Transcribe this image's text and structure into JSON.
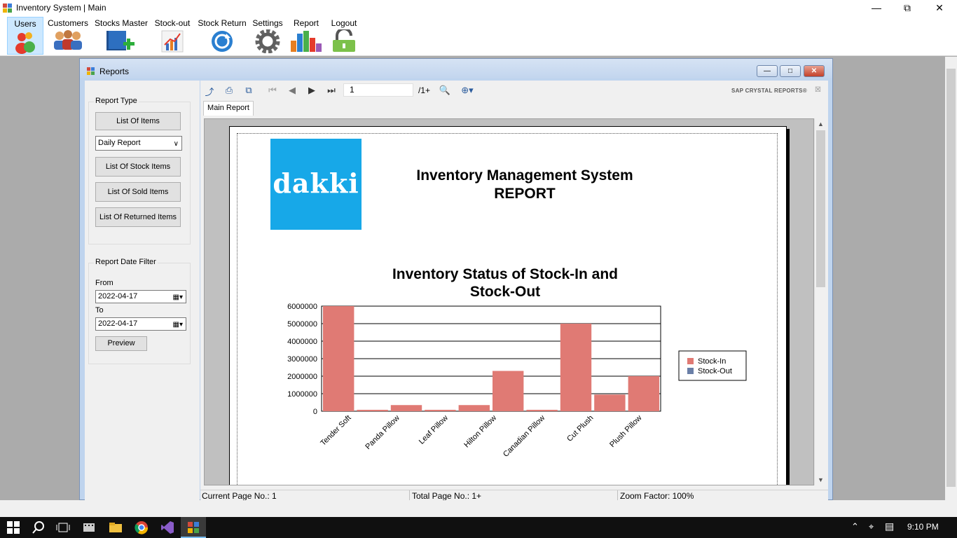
{
  "window": {
    "title": "Inventory System | Main"
  },
  "menu": [
    {
      "label": "Users",
      "icon": "users-icon"
    },
    {
      "label": "Customers",
      "icon": "customers-icon"
    },
    {
      "label": "Stocks Master",
      "icon": "stocks-master-icon"
    },
    {
      "label": "Stock-out",
      "icon": "stock-out-chart-icon"
    },
    {
      "label": "Stock Return",
      "icon": "refresh-icon"
    },
    {
      "label": "Settings",
      "icon": "gear-icon"
    },
    {
      "label": "Report",
      "icon": "bar-chart-icon"
    },
    {
      "label": "Logout",
      "icon": "padlock-icon"
    }
  ],
  "reports_window": {
    "title": "Reports"
  },
  "report_type": {
    "title": "Report Type",
    "list_items_label": "List Of Items",
    "period_selected": "Daily Report",
    "stock_items_label": "List Of Stock Items",
    "sold_items_label": "List Of Sold Items",
    "returned_items_label": "List Of Returned Items"
  },
  "date_filter": {
    "title": "Report Date Filter",
    "from_label": "From",
    "from_value": "2022-04-17",
    "to_label": "To",
    "to_value": "2022-04-17",
    "preview_label": "Preview"
  },
  "viewer": {
    "page_input": "1",
    "page_total": "/1+",
    "brand": "SAP CRYSTAL REPORTS®",
    "tab": "Main Report"
  },
  "report": {
    "logo_text": "dakki",
    "title_line1": "Inventory Management System",
    "title_line2": "REPORT"
  },
  "chart_data": {
    "type": "bar",
    "title": "Inventory Status of Stock-In and Stock-Out",
    "title_lines": [
      "Inventory Status of Stock-In and",
      "Stock-Out"
    ],
    "categories": [
      "Tender Soft",
      "Panda Pillow",
      "Leaf Pillow",
      "Hilton Pillow",
      "Canadian Pillow",
      "Cut Plush",
      "Plush Pillow"
    ],
    "series": [
      {
        "name": "Stock-In",
        "color": "#e07a74",
        "values": [
          6000000,
          80000,
          350000,
          80000,
          350000,
          5000000,
          950000
        ]
      },
      {
        "name": "Stock-Out",
        "color": "#6a7fa7",
        "values": [
          0,
          0,
          0,
          0,
          0,
          0,
          0
        ]
      }
    ],
    "bars_shown": [
      {
        "category": "Tender Soft",
        "value": 6000000
      },
      {
        "category": "Panda Pillow",
        "value": 80000
      },
      {
        "category": "Leaf Pillow",
        "value": 350000
      },
      {
        "category": "Hilton Pillow",
        "value": 80000
      },
      {
        "category": "Hilton Pillow",
        "value": 350000
      },
      {
        "category": "Canadian Pillow",
        "value": 2300000
      },
      {
        "category": "Canadian Pillow",
        "value": 80000
      },
      {
        "category": "Cut Plush",
        "value": 5000000
      },
      {
        "category": "Cut Plush",
        "value": 950000
      },
      {
        "category": "Plush Pillow",
        "value": 2000000
      }
    ],
    "yticks": [
      "0",
      "1000000",
      "2000000",
      "3000000",
      "4000000",
      "5000000",
      "6000000"
    ],
    "ylim": [
      0,
      6000000
    ],
    "grid": true,
    "legend_position": "right"
  },
  "status": {
    "current_page": "Current Page No.: 1",
    "total_page": "Total Page No.: 1+",
    "zoom": "Zoom Factor: 100%"
  },
  "taskbar": {
    "time": "9:10 PM"
  }
}
